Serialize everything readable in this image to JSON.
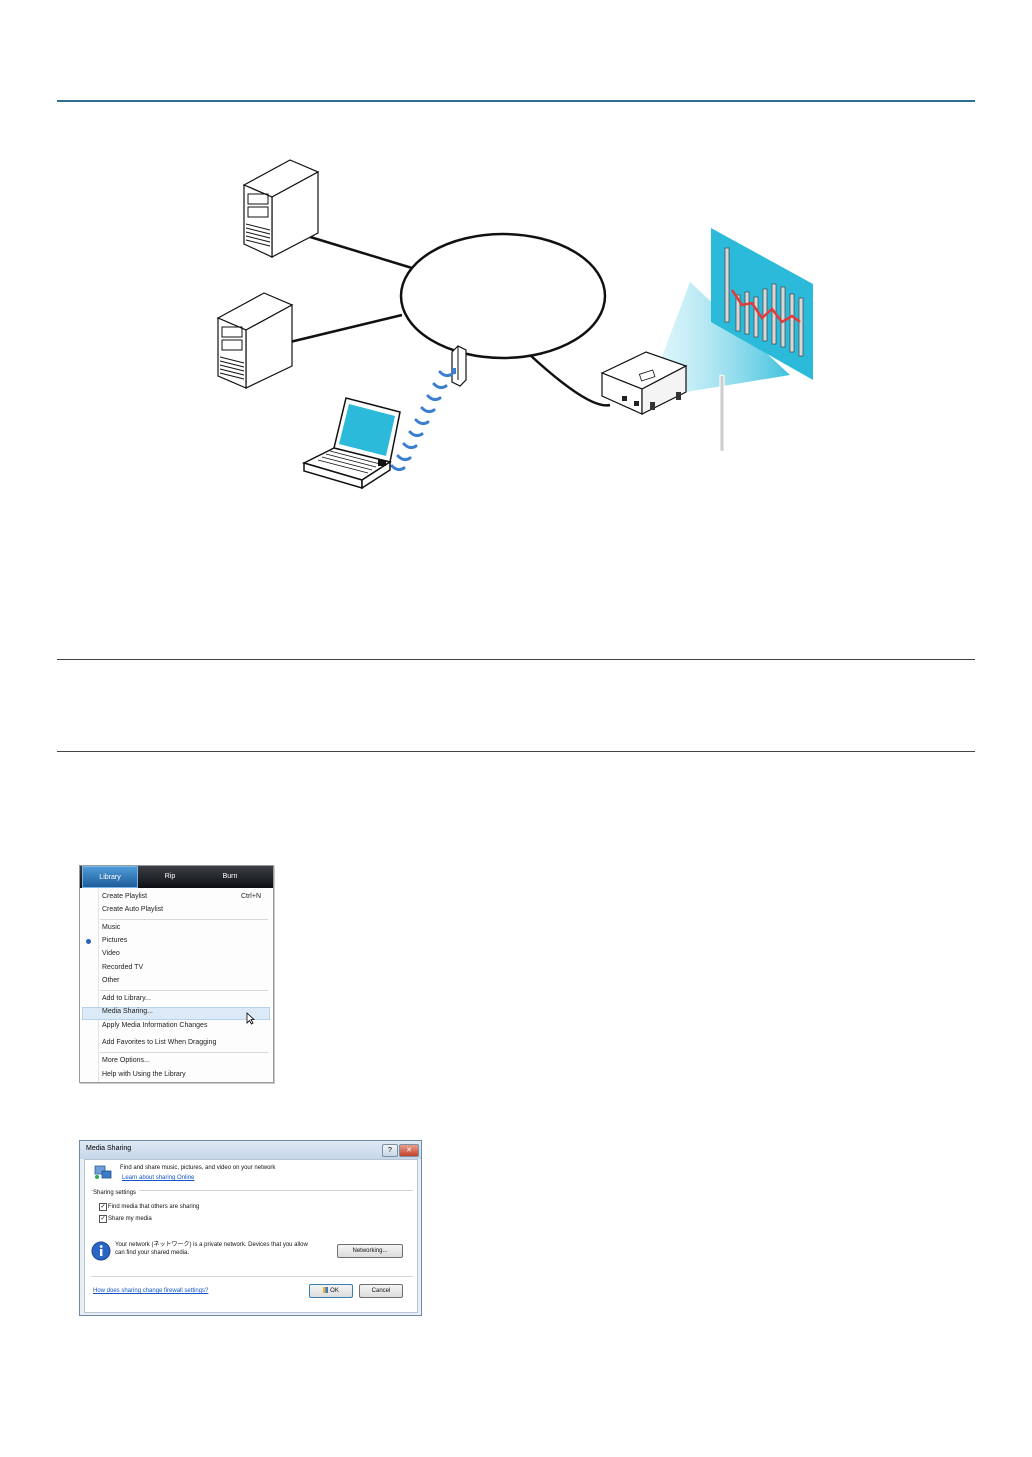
{
  "library_menu": {
    "tabs": [
      "Library",
      "Rip",
      "Burn"
    ],
    "groups": [
      [
        {
          "label": "Create Playlist",
          "shortcut": "Ctrl+N"
        },
        {
          "label": "Create Auto Playlist",
          "shortcut": ""
        }
      ],
      [
        {
          "label": "Music",
          "shortcut": ""
        },
        {
          "label": "Pictures",
          "shortcut": "",
          "selected": true
        },
        {
          "label": "Video",
          "shortcut": ""
        },
        {
          "label": "Recorded TV",
          "shortcut": ""
        },
        {
          "label": "Other",
          "shortcut": ""
        }
      ],
      [
        {
          "label": "Add to Library...",
          "shortcut": ""
        },
        {
          "label": "Media Sharing...",
          "shortcut": "",
          "highlighted": true
        },
        {
          "label": "Apply Media Information Changes",
          "shortcut": ""
        },
        {
          "label": "Add Favorites to List When Dragging",
          "shortcut": ""
        }
      ],
      [
        {
          "label": "More Options...",
          "shortcut": ""
        },
        {
          "label": "Help with Using the Library",
          "shortcut": ""
        }
      ]
    ]
  },
  "media_sharing_dialog": {
    "title": "Media Sharing",
    "help_button": "?",
    "close_button": "✕",
    "intro": "Find and share music, pictures, and video on your network",
    "learn_link": "Learn about sharing Online",
    "settings_heading": "Sharing settings",
    "find_media": "Find media that others are sharing",
    "find_media_checked": true,
    "share_my_media": "Share my media",
    "share_my_media_checked": true,
    "network_info_line1": "Your network (ネットワーク) is a private network. Devices that you allow",
    "network_info_line2": "can find your shared media.",
    "networking_button": "Networking...",
    "firewall_link": "How does sharing change firewall settings?",
    "ok_button": "OK",
    "cancel_button": "Cancel"
  },
  "colors": {
    "accent_rule": "#2c6f8e",
    "screen": "#2bbad9",
    "wifi_waves": "#3b7fd0"
  }
}
